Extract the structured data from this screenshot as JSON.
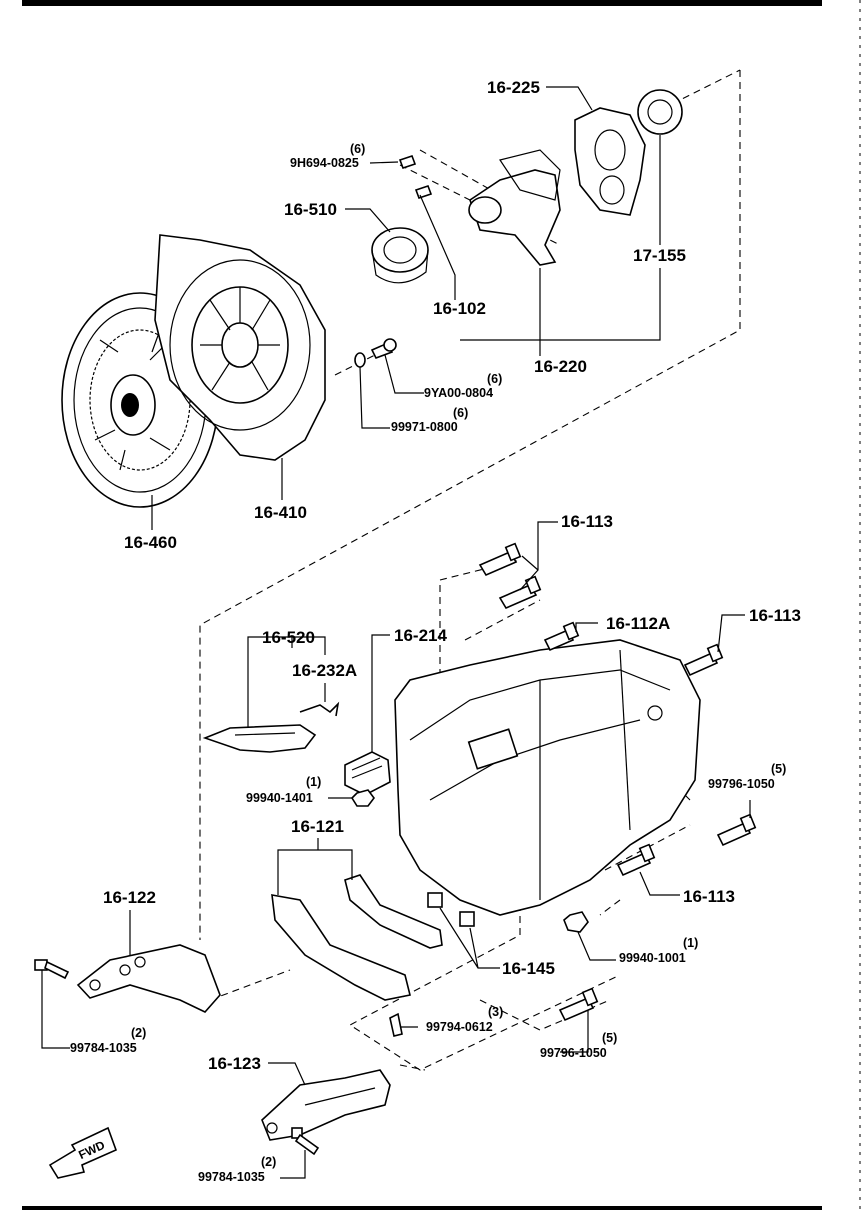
{
  "callouts": [
    {
      "part": "16-225"
    },
    {
      "part": "9H694-0825",
      "qty": "(6)"
    },
    {
      "part": "16-510"
    },
    {
      "part": "17-155"
    },
    {
      "part": "16-102"
    },
    {
      "part": "16-220"
    },
    {
      "part": "9YA00-0804",
      "qty": "(6)"
    },
    {
      "part": "99971-0800",
      "qty": "(6)"
    },
    {
      "part": "16-410"
    },
    {
      "part": "16-460"
    },
    {
      "part": "16-113"
    },
    {
      "part": "16-112A"
    },
    {
      "part": "16-113"
    },
    {
      "part": "16-520"
    },
    {
      "part": "16-232A"
    },
    {
      "part": "16-214"
    },
    {
      "part": "99940-1401",
      "qty": "(1)"
    },
    {
      "part": "99796-1050",
      "qty": "(5)"
    },
    {
      "part": "16-121"
    },
    {
      "part": "16-113"
    },
    {
      "part": "16-122"
    },
    {
      "part": "16-145"
    },
    {
      "part": "99940-1001",
      "qty": "(1)"
    },
    {
      "part": "99794-0612",
      "qty": "(3)"
    },
    {
      "part": "99784-1035",
      "qty": "(2)"
    },
    {
      "part": "99796-1050",
      "qty": "(5)"
    },
    {
      "part": "16-123"
    },
    {
      "part": "99784-1035",
      "qty": "(2)"
    }
  ],
  "fwd_arrow": {
    "label": "FWD"
  }
}
